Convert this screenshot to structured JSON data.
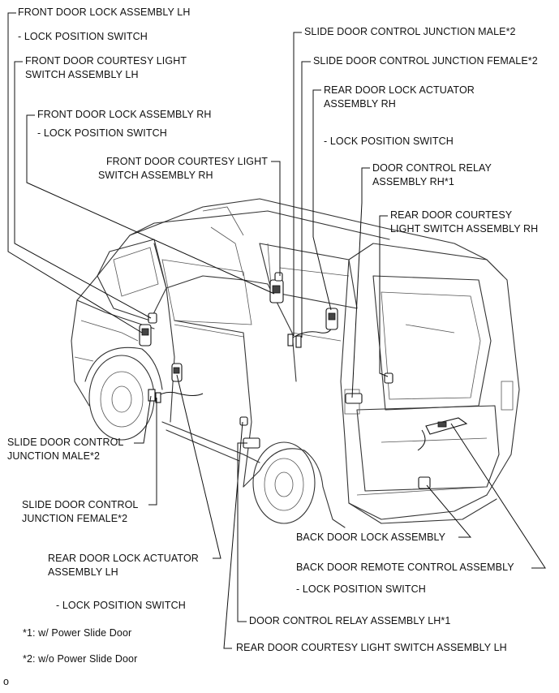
{
  "labels": {
    "front_lock_lh": "FRONT DOOR LOCK ASSEMBLY LH",
    "front_lock_lh_sub": "- LOCK POSITION SWITCH",
    "front_courtesy_lh_1": "FRONT DOOR COURTESY LIGHT",
    "front_courtesy_lh_2": "SWITCH ASSEMBLY LH",
    "front_lock_rh": "FRONT DOOR LOCK ASSEMBLY RH",
    "front_lock_rh_sub": "- LOCK POSITION SWITCH",
    "front_courtesy_rh_1": "FRONT DOOR COURTESY LIGHT",
    "front_courtesy_rh_2": "SWITCH ASSEMBLY RH",
    "slide_male_top": "SLIDE DOOR CONTROL JUNCTION MALE*2",
    "slide_female_top": "SLIDE DOOR CONTROL JUNCTION FEMALE*2",
    "rear_actuator_rh_1": "REAR DOOR LOCK ACTUATOR",
    "rear_actuator_rh_2": "ASSEMBLY RH",
    "rear_actuator_rh_sub": "- LOCK POSITION SWITCH",
    "relay_rh_1": "DOOR CONTROL RELAY",
    "relay_rh_2": "ASSEMBLY RH*1",
    "rear_courtesy_rh_1": "REAR DOOR COURTESY",
    "rear_courtesy_rh_2": "LIGHT SWITCH ASSEMBLY RH",
    "slide_male_lh_1": "SLIDE DOOR CONTROL",
    "slide_male_lh_2": "JUNCTION MALE*2",
    "slide_female_lh_1": "SLIDE DOOR CONTROL",
    "slide_female_lh_2": "JUNCTION FEMALE*2",
    "rear_actuator_lh_1": "REAR DOOR LOCK ACTUATOR",
    "rear_actuator_lh_2": "ASSEMBLY LH",
    "rear_actuator_lh_sub": "- LOCK POSITION SWITCH",
    "back_door_lock": "BACK DOOR LOCK ASSEMBLY",
    "back_door_remote": "BACK DOOR REMOTE CONTROL ASSEMBLY",
    "back_door_remote_sub": "- LOCK POSITION SWITCH",
    "relay_lh": "DOOR CONTROL RELAY ASSEMBLY LH*1",
    "rear_courtesy_lh": "REAR DOOR COURTESY LIGHT SWITCH ASSEMBLY LH"
  },
  "notes": {
    "note1": "*1: w/ Power Slide Door",
    "note2": "*2: w/o Power Slide Door"
  },
  "figure_code": "o"
}
